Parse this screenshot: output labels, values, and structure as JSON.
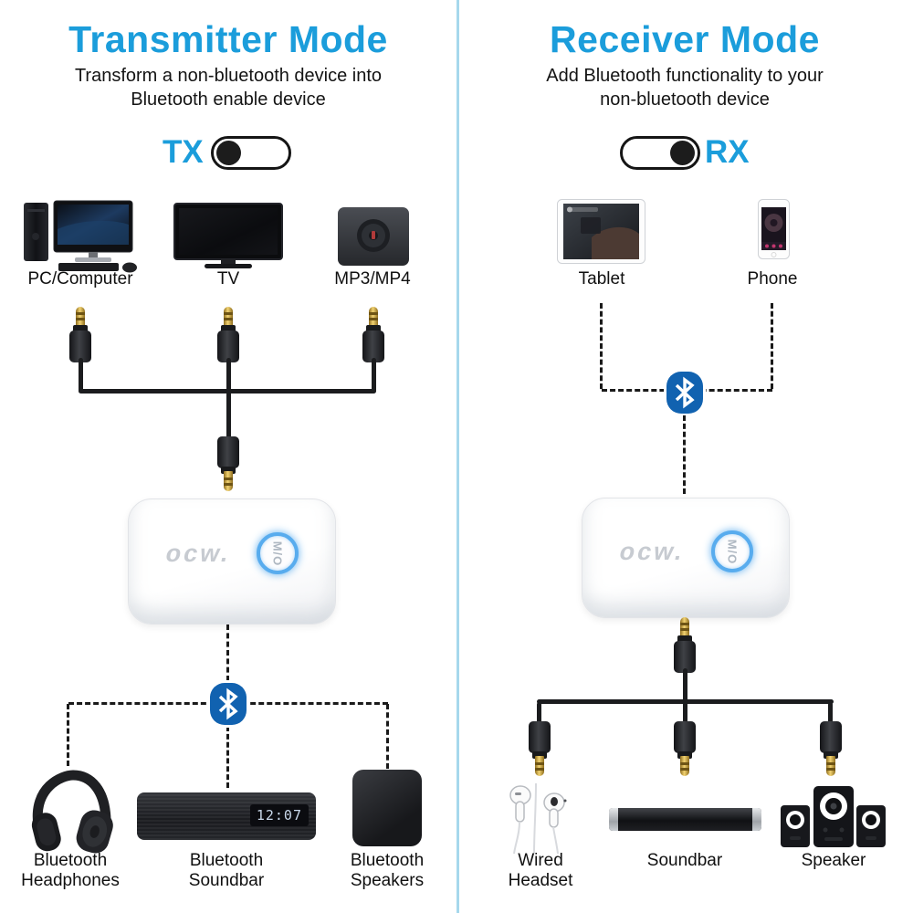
{
  "colors": {
    "accent": "#1b9ddb",
    "divider": "#a6d8ec",
    "bluetooth_badge": "#1162b0",
    "button_ring": "#58acee"
  },
  "left": {
    "title": "Transmitter Mode",
    "subtitle": "Transform a non-bluetooth device into\nBluetooth enable device",
    "toggle": "TX",
    "sources": [
      "PC/Computer",
      "TV",
      "MP3/MP4"
    ],
    "sinks": [
      "Bluetooth\nHeadphones",
      "Bluetooth\nSoundbar",
      "Bluetooth\nSpeakers"
    ]
  },
  "right": {
    "title": "Receiver Mode",
    "subtitle": "Add Bluetooth functionality to your\nnon-bluetooth device",
    "toggle": "RX",
    "sources": [
      "Tablet",
      "Phone"
    ],
    "sinks": [
      "Wired\nHeadset",
      "Soundbar",
      "Speaker"
    ]
  },
  "device": {
    "logo": "ocw.",
    "button": "M/O"
  },
  "soundbar_clock": "12:07"
}
